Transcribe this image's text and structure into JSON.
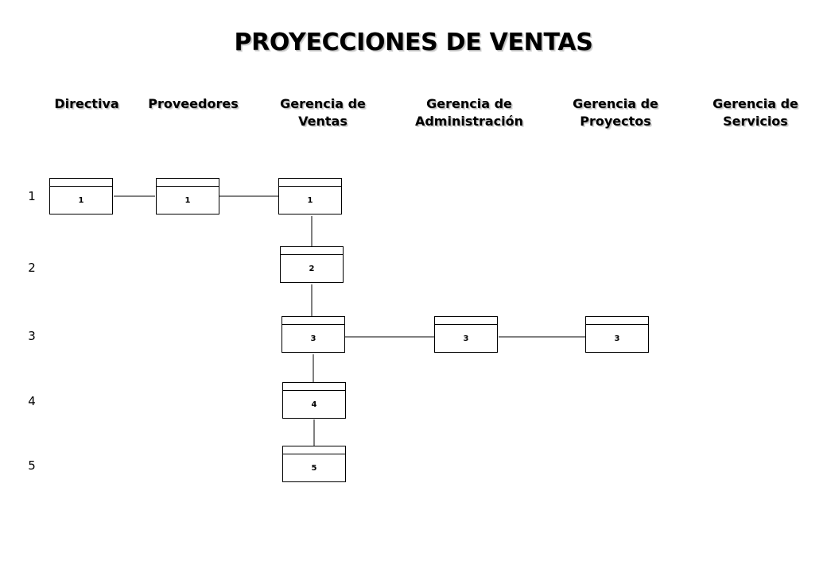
{
  "title": "PROYECCIONES DE VENTAS",
  "columns": [
    "Directiva",
    "Proveedores",
    "Gerencia de Ventas",
    "Gerencia de Administración",
    "Gerencia de Proyectos",
    "Gerencia de Servicios"
  ],
  "column_lines": [
    [
      "Directiva"
    ],
    [
      "Proveedores"
    ],
    [
      "Gerencia de",
      "Ventas"
    ],
    [
      "Gerencia de",
      "Administración"
    ],
    [
      "Gerencia de",
      "Proyectos"
    ],
    [
      "Gerencia de",
      "Servicios"
    ]
  ],
  "rows": [
    "1",
    "2",
    "3",
    "4",
    "5"
  ],
  "boxes": [
    {
      "id": "b1",
      "label": "1",
      "column": "Directiva",
      "row": "1"
    },
    {
      "id": "b2",
      "label": "1",
      "column": "Proveedores",
      "row": "1"
    },
    {
      "id": "b3",
      "label": "1",
      "column": "Gerencia de Ventas",
      "row": "1"
    },
    {
      "id": "b4",
      "label": "2",
      "column": "Gerencia de Ventas",
      "row": "2"
    },
    {
      "id": "b5",
      "label": "3",
      "column": "Gerencia de Ventas",
      "row": "3"
    },
    {
      "id": "b6",
      "label": "3",
      "column": "Gerencia de Administración",
      "row": "3"
    },
    {
      "id": "b7",
      "label": "3",
      "column": "Gerencia de Proyectos",
      "row": "3"
    },
    {
      "id": "b8",
      "label": "4",
      "column": "Gerencia de Ventas",
      "row": "4"
    },
    {
      "id": "b9",
      "label": "5",
      "column": "Gerencia de Ventas",
      "row": "5"
    }
  ],
  "connections": [
    [
      "b1",
      "b2"
    ],
    [
      "b2",
      "b3"
    ],
    [
      "b3",
      "b4"
    ],
    [
      "b4",
      "b5"
    ],
    [
      "b5",
      "b6"
    ],
    [
      "b6",
      "b7"
    ],
    [
      "b5",
      "b8"
    ],
    [
      "b8",
      "b9"
    ]
  ]
}
